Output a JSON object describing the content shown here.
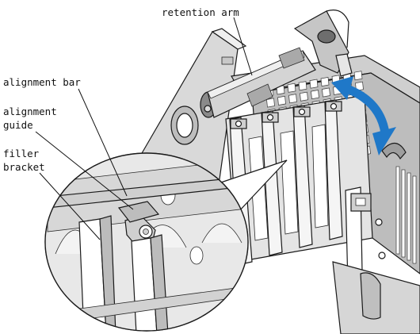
{
  "labels": {
    "retention_arm": "retention arm",
    "alignment_bar": "alignment bar",
    "alignment_guide_line1": "alignment",
    "alignment_guide_line2": "guide",
    "filler_bracket_line1": "filler",
    "filler_bracket_line2": "bracket"
  },
  "colors": {
    "arrow": "#1f78c8",
    "metal_light": "#dcdcdc",
    "metal_mid": "#bdbdbd",
    "metal_dark": "#7a7a7a",
    "outline": "#1a1a1a"
  },
  "icons": {
    "rotation_arrow": "double-headed-curved-arrow-icon"
  }
}
